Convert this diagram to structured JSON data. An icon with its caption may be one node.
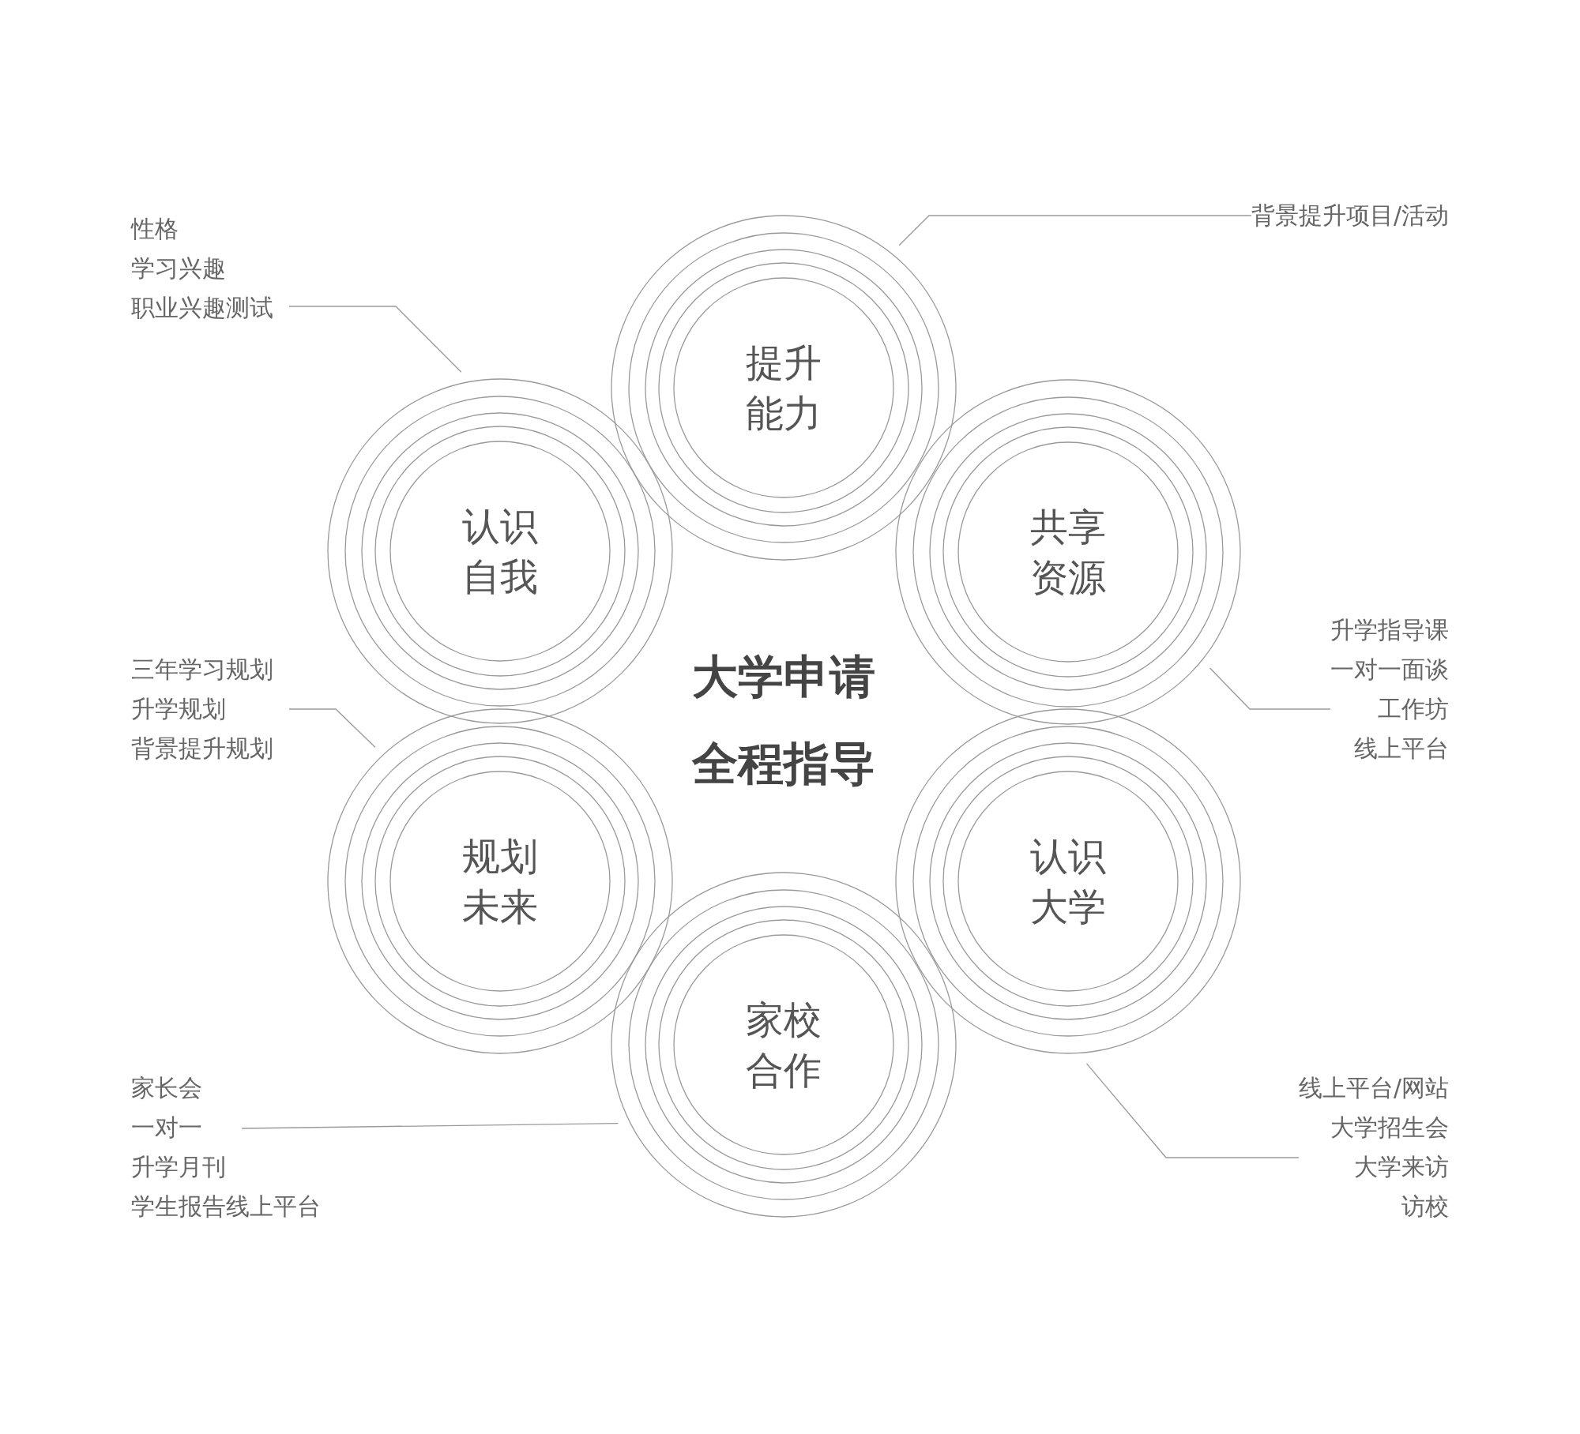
{
  "diagram": {
    "title": "大学申请全程指导",
    "nodes": [
      {
        "text": [
          "提升能力"
        ]
      },
      {
        "text": [
          "认识自我"
        ]
      },
      {
        "text": [
          "共享资源"
        ]
      },
      {
        "text": [
          "规划未来"
        ]
      },
      {
        "text": [
          "认识大学"
        ]
      },
      {
        "text": [
          "家校合作"
        ]
      },
      {
        "text": [
          "背景提升项目/活动"
        ]
      },
      {
        "text": [
          "性格",
          "学习兴趣",
          "职业兴趣测试"
        ]
      },
      {
        "text": [
          "三年学习规划",
          "升学规划",
          "背景提升规划"
        ]
      },
      {
        "text": [
          "升学指导课",
          "一对一面谈",
          "工作坊",
          "线上平台"
        ]
      },
      {
        "text": [
          "家长会",
          "一对一",
          "升学月刊",
          "学生报告线上平台"
        ]
      },
      {
        "text": [
          "线上平台/网站",
          "大学招生会",
          "大学来访",
          "访校"
        ]
      }
    ],
    "edges": [
      {
        "from": 6,
        "to": 0,
        "arrow": "none"
      },
      {
        "from": 7,
        "to": 1,
        "arrow": "none"
      },
      {
        "from": 8,
        "to": 3,
        "arrow": "none"
      },
      {
        "from": 9,
        "to": 2,
        "arrow": "none"
      },
      {
        "from": 10,
        "to": 5,
        "arrow": "none"
      },
      {
        "from": 11,
        "to": 4,
        "arrow": "none"
      }
    ]
  }
}
